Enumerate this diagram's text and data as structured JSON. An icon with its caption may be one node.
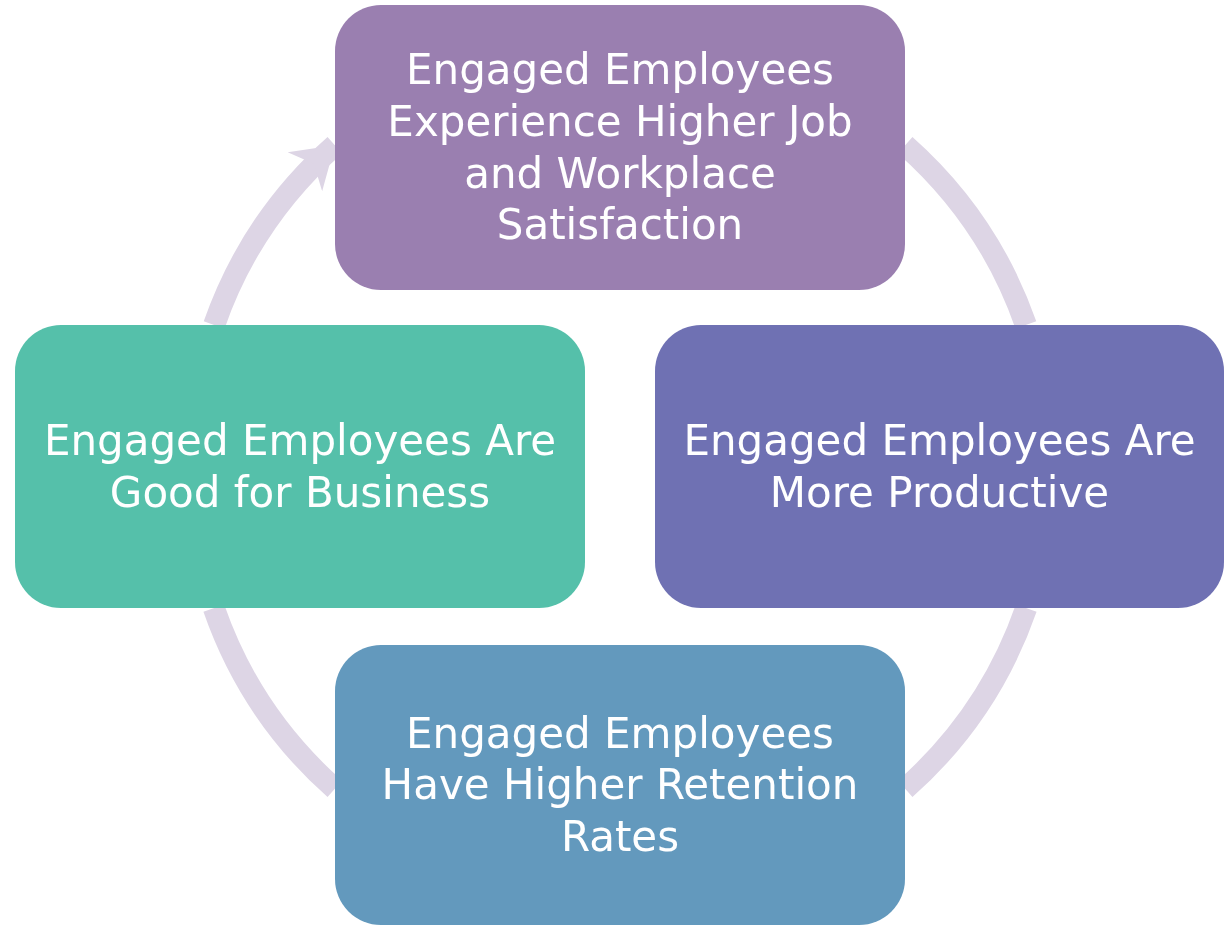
{
  "diagram": {
    "nodes": [
      {
        "text": [
          "Engaged Employees Experience Higher Job and Workplace Satisfaction"
        ]
      },
      {
        "text": [
          "Engaged Employees Are More Productive"
        ]
      },
      {
        "text": [
          "Engaged Employees Have Higher Retention Rates"
        ]
      },
      {
        "text": [
          "Engaged Employees Are Good for Business"
        ]
      }
    ],
    "edges": [
      {
        "from": 0,
        "to": 1,
        "arrow": "none"
      },
      {
        "from": 1,
        "to": 2,
        "arrow": "none"
      },
      {
        "from": 2,
        "to": 3,
        "arrow": "none"
      },
      {
        "from": 3,
        "to": 0,
        "arrow": "to"
      }
    ]
  }
}
